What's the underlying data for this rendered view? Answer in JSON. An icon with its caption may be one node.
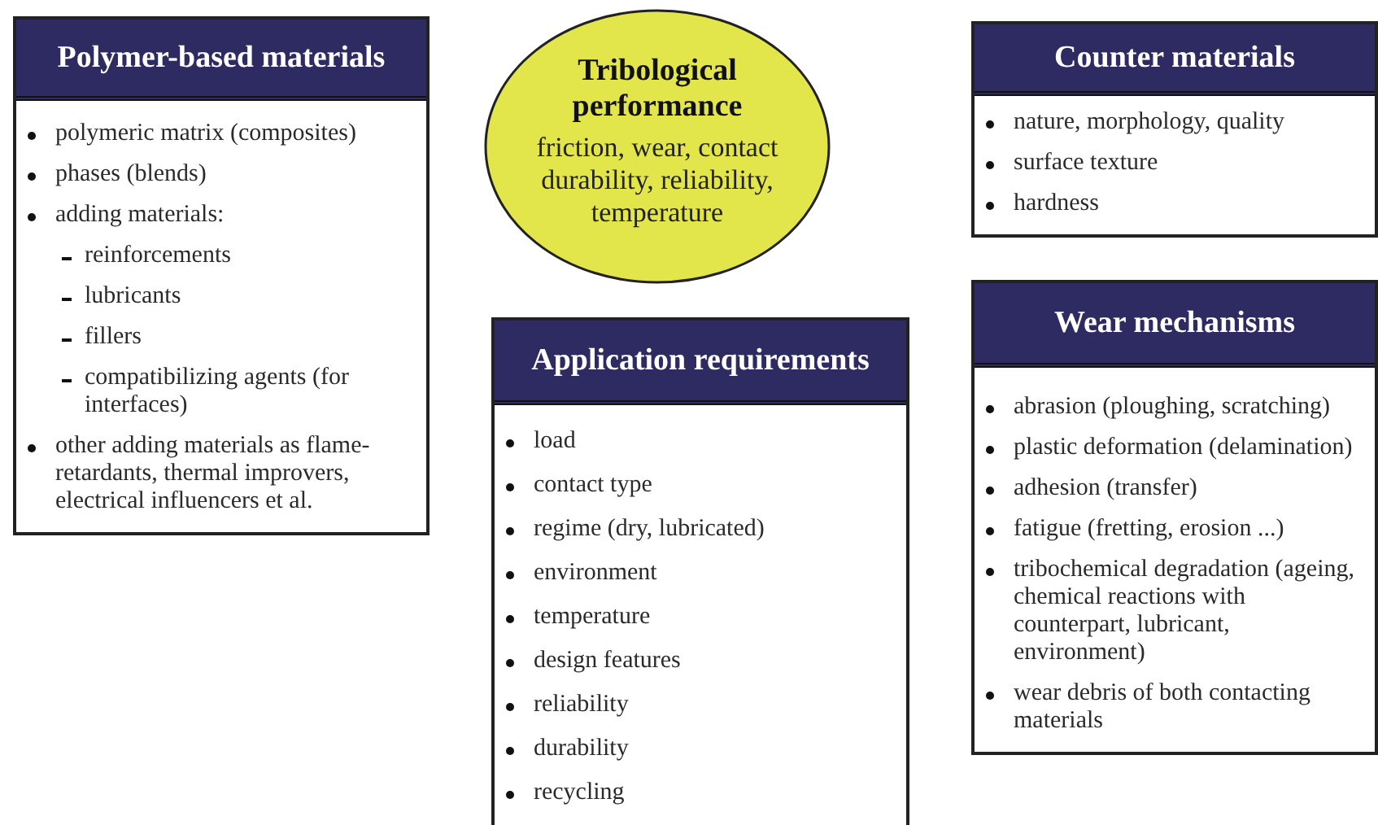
{
  "diagram": {
    "nodes": [
      {
        "text": [
          "Polymer-based materials",
          "polymeric matrix (composites)",
          "phases (blends)",
          "adding materials:",
          "reinforcements",
          "lubricants",
          "fillers",
          "compatibilizing agents (for interfaces)",
          "other adding materials as flame-retardants, thermal improvers, electrical influencers et al."
        ]
      },
      {
        "text": [
          "Tribological performance",
          "friction, wear, contact durability, reliability, temperature"
        ]
      },
      {
        "text": [
          "Counter materials",
          "nature, morphology, quality",
          "surface texture",
          "hardness"
        ]
      },
      {
        "text": [
          "Application requirements",
          "load",
          "contact type",
          "regime (dry, lubricated)",
          "environment",
          "temperature",
          "design features",
          "reliability",
          "durability",
          "recycling"
        ]
      },
      {
        "text": [
          "Wear mechanisms",
          "abrasion (ploughing, scratching)",
          "plastic deformation (delamination)",
          "adhesion (transfer)",
          "fatigue (fretting, erosion ...)",
          "tribochemical degradation (ageing, chemical reactions with counterpart, lubricant, environment)",
          "wear debris of both contacting materials"
        ]
      }
    ],
    "edges": []
  }
}
